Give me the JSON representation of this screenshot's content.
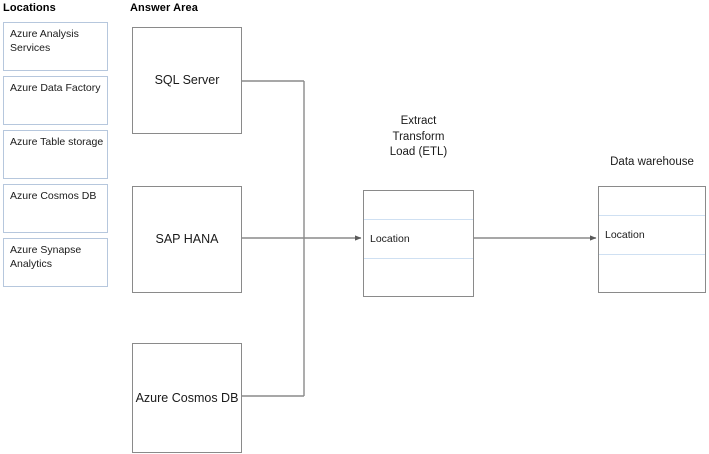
{
  "headings": {
    "locations": "Locations",
    "answer_area": "Answer Area"
  },
  "locations": {
    "items": [
      {
        "label": "Azure Analysis Services"
      },
      {
        "label": "Azure Data Factory"
      },
      {
        "label": "Azure Table storage"
      },
      {
        "label": "Azure Cosmos DB"
      },
      {
        "label": "Azure Synapse Analytics"
      }
    ]
  },
  "answer_area": {
    "boxes": [
      {
        "label": "SQL Server"
      },
      {
        "label": "SAP HANA"
      },
      {
        "label": "Azure Cosmos DB"
      }
    ]
  },
  "pipeline": {
    "etl": {
      "caption": "Extract\nTransform\nLoad (ETL)",
      "row_label": "Location"
    },
    "data_warehouse": {
      "caption": "Data warehouse",
      "row_label": "Location"
    }
  },
  "colors": {
    "box_border": "#8a8a8a",
    "location_border": "#b6c7dd",
    "row_divider": "#cfe0f2",
    "connector": "#8a8a8a",
    "background": "#ffffff",
    "text": "#1a1a1a"
  }
}
